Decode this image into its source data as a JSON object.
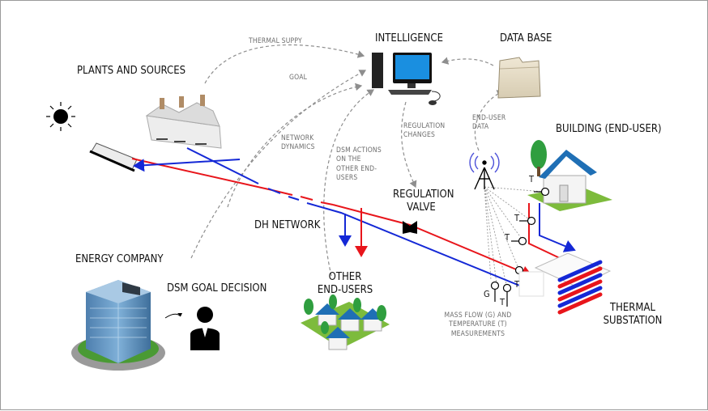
{
  "labels": {
    "plants": "PLANTS AND SOURCES",
    "intelligence": "INTELLIGENCE",
    "database": "DATA BASE",
    "building": "BUILDING (END-USER)",
    "regulation_valve": [
      "REGULATION",
      "VALVE"
    ],
    "dh_network": "DH NETWORK",
    "energy_company": "ENERGY COMPANY",
    "dsm_goal_decision": "DSM GOAL DECISION",
    "other_end_users": [
      "OTHER",
      "END-USERS"
    ],
    "thermal_substation": [
      "THERMAL",
      "SUBSTATION"
    ]
  },
  "flow_labels": {
    "thermal_supply": "THERMAL SUPPY",
    "goal": "GOAL",
    "network_dynamics": [
      "NETWORK",
      "DYNAMICS"
    ],
    "dsm_actions": [
      "DSM ACTIONS",
      "ON THE",
      "OTHER END-",
      "USERS"
    ],
    "regulation_changes": [
      "REGULATION",
      "CHANGES"
    ],
    "end_user_data": [
      "END-USER",
      "DATA"
    ],
    "measurements": [
      "MASS FLOW (G) AND",
      "TEMPERATURE (T)",
      "MEASUREMENTS"
    ]
  },
  "sensor_letters": {
    "g": "G",
    "t": "T"
  },
  "colors": {
    "supply": "#e8151b",
    "return": "#1428d6",
    "dashed": "#8e8e8e",
    "roof": "#1f6fb5",
    "tree": "#2f9e3f",
    "grass": "#7dbb3c"
  }
}
